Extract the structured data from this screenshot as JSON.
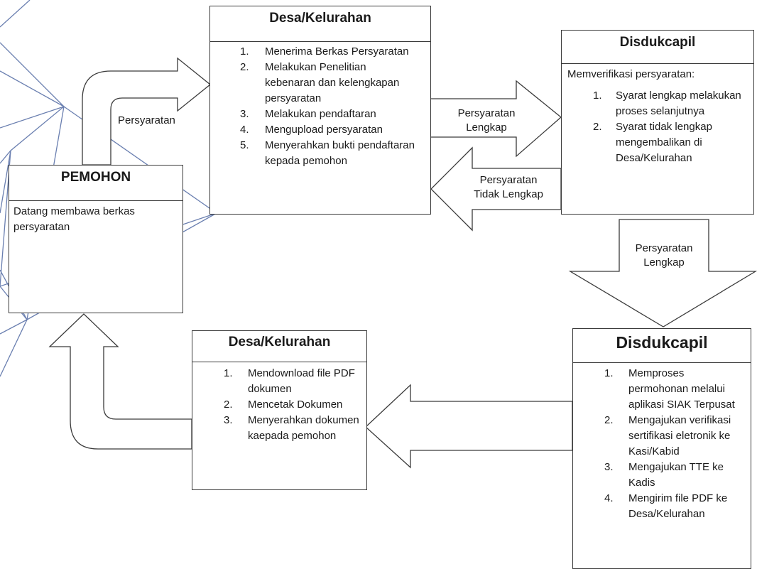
{
  "colors": {
    "line": "#3a3a3a",
    "decor": "#6a7fb0",
    "fill": "#ffffff"
  },
  "pemohon": {
    "title": "PEMOHON",
    "text": "Datang membawa berkas persyaratan"
  },
  "desa_top": {
    "title": "Desa/Kelurahan",
    "items": [
      {
        "n": "1.",
        "text": "Menerima Berkas Persyaratan"
      },
      {
        "n": "2.",
        "text": "Melakukan Penelitian kebenaran dan kelengkapan persyaratan"
      },
      {
        "n": "3.",
        "text": "Melakukan pendaftaran"
      },
      {
        "n": "4.",
        "text": "Mengupload persyaratan"
      },
      {
        "n": "5.",
        "text": "Menyerahkan bukti pendaftaran kepada pemohon"
      }
    ]
  },
  "disduk_top": {
    "title": "Disdukcapil",
    "intro": "Memverifikasi persyaratan:",
    "items": [
      {
        "n": "1.",
        "text": "Syarat lengkap melakukan proses selanjutnya"
      },
      {
        "n": "2.",
        "text": "Syarat tidak lengkap mengembalikan di Desa/Kelurahan"
      }
    ]
  },
  "disduk_bottom": {
    "title": "Disdukcapil",
    "items": [
      {
        "n": "1.",
        "text": "Memproses permohonan melalui aplikasi SIAK Terpusat"
      },
      {
        "n": "2.",
        "text": "Mengajukan verifikasi sertifikasi eletronik ke Kasi/Kabid"
      },
      {
        "n": "3.",
        "text": "Mengajukan TTE ke Kadis"
      },
      {
        "n": "4.",
        "text": "Mengirim file PDF ke Desa/Kelurahan"
      }
    ]
  },
  "desa_bottom": {
    "title": "Desa/Kelurahan",
    "items": [
      {
        "n": "1.",
        "text": "Mendownload file PDF dokumen"
      },
      {
        "n": "2.",
        "text": "Mencetak Dokumen"
      },
      {
        "n": "3.",
        "text": "Menyerahkan dokumen kaepada pemohon"
      }
    ]
  },
  "arrows": {
    "persyaratan": "Persyaratan",
    "lengkap_right": [
      "Persyaratan",
      "Lengkap"
    ],
    "tidak_lengkap": [
      "Persyaratan",
      "Tidak Lengkap"
    ],
    "lengkap_down": [
      "Persyaratan",
      "Lengkap"
    ]
  }
}
